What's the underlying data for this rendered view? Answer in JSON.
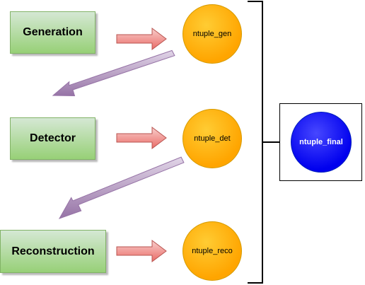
{
  "stages": {
    "generation": "Generation",
    "detector": "Detector",
    "reconstruction": "Reconstruction"
  },
  "ntuples": {
    "gen": "ntuple_gen",
    "det": "ntuple_det",
    "reco": "ntuple_reco"
  },
  "final": {
    "label": "ntuple_final"
  },
  "colors": {
    "stage_fill_top": "#d5e8d4",
    "stage_fill_bottom": "#97d077",
    "ntuple_fill": "#ffa500",
    "final_fill": "#0000ee",
    "right_arrow": "#f08080",
    "back_arrow": "#a680b8"
  }
}
